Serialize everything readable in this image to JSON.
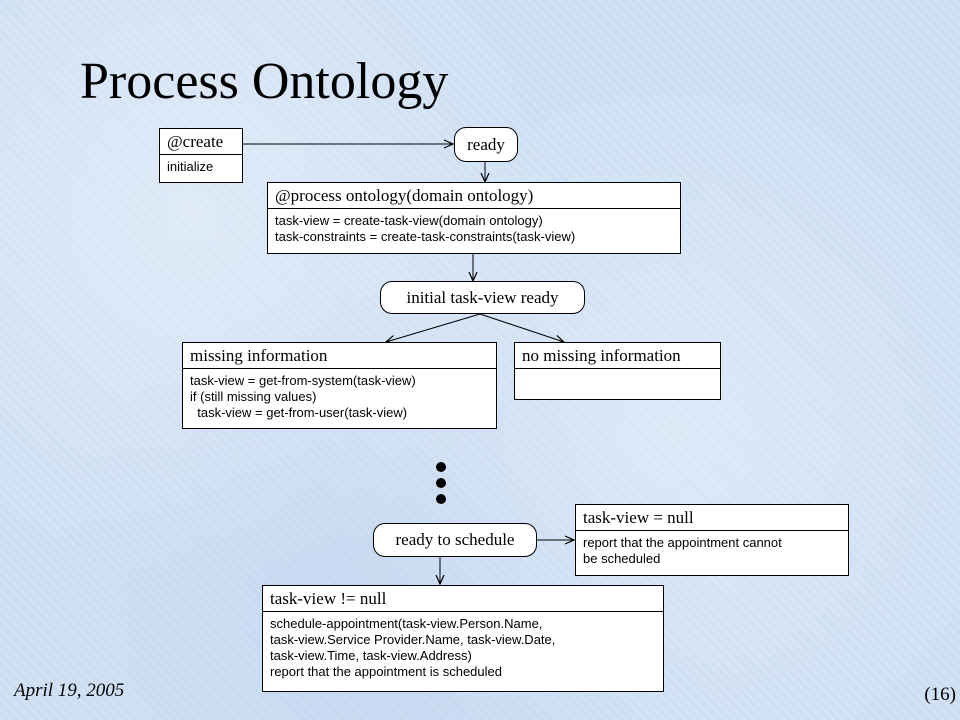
{
  "slide": {
    "title": "Process Ontology",
    "date": "April 19, 2005",
    "page": "(16)"
  },
  "diagram": {
    "create": {
      "head": "@create",
      "body": "initialize"
    },
    "ready": "ready",
    "process": {
      "head": "@process ontology(domain ontology)",
      "body": "task-view = create-task-view(domain ontology)\ntask-constraints = create-task-constraints(task-view)"
    },
    "initial_ready": "initial task-view ready",
    "missing": {
      "head": "missing information",
      "body": "task-view = get-from-system(task-view)\nif (still missing values)\n  task-view = get-from-user(task-view)"
    },
    "no_missing": {
      "head": "no missing information",
      "body": ""
    },
    "ready_schedule": "ready to schedule",
    "null_case": {
      "head": "task-view = null",
      "body": "report that the appointment cannot\nbe scheduled"
    },
    "not_null_case": {
      "head": "task-view != null",
      "body": "schedule-appointment(task-view.Person.Name,\ntask-view.Service Provider.Name, task-view.Date,\ntask-view.Time, task-view.Address)\nreport that the appointment is scheduled"
    }
  }
}
